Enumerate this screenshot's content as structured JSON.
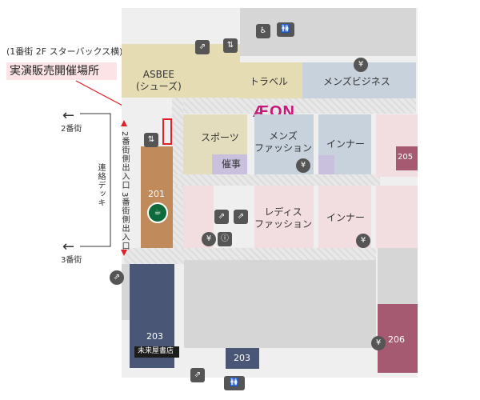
{
  "map": {
    "floor_note": "(1番街 2F スターバックス横)",
    "highlight_label": "実演販売開催場所",
    "logo": "ÆON",
    "colors": {
      "asbee": "#e6dcb4",
      "sports": "#e4ddbd",
      "mens": "#c7d2dd",
      "ladies_inner": "#f2dde1",
      "starbucks": "#c08a5a",
      "bookstore": "#4a5676",
      "unit205": "#a55a72",
      "unit206": "#a55a72",
      "gray": "#d8d8d8",
      "event": "#c9c0dd",
      "highlight": "#e0202a"
    },
    "shops": {
      "asbee": "ASBEE\n(シューズ)",
      "travel": "トラベル",
      "mens_business": "メンズビジネス",
      "sports": "スポーツ",
      "event": "催事",
      "mens_fashion": "メンズ\nファッション",
      "inner1": "インナー",
      "ladies_fashion": "レディス\nファッション",
      "inner2": "インナー",
      "unit201": "201",
      "unit203a": "203",
      "unit203b": "203",
      "unit205": "205",
      "unit206": "206",
      "bookstore": "未来屋書店"
    },
    "nav": {
      "street2": "2番街",
      "street3": "3番街",
      "deck": "連絡デッキ",
      "exit2": "2番街側出入口",
      "exit3": "3番街側出入口"
    }
  }
}
